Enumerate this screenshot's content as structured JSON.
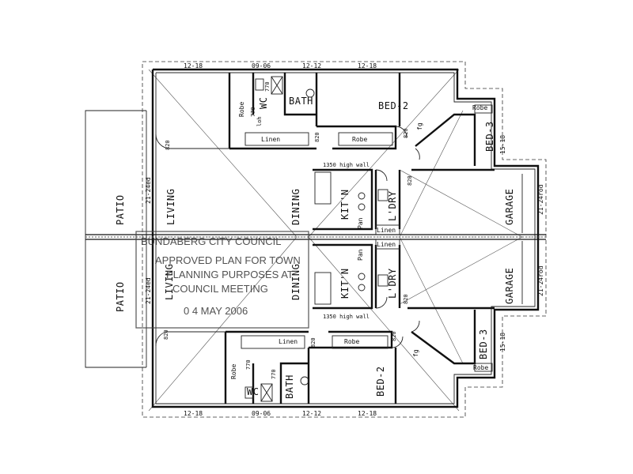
{
  "rooms": {
    "bath": "BATH",
    "bed2": "BED-2",
    "bed3": "BED-3",
    "wc": "WC",
    "living": "LIVING",
    "dining": "DINING",
    "kitchen": "KIT'N",
    "laundry": "L'DRY",
    "garage": "GARAGE",
    "patio": "PATIO"
  },
  "labels": {
    "robe": "Robe",
    "linen": "Linen",
    "pan": "Pan",
    "fg": "fg",
    "wall_note": "1350 high wall",
    "loh": "loh"
  },
  "dims": {
    "d_12_18": "12-18",
    "d_09_06": "09-06",
    "d_12_12": "12-12",
    "d_21_24": "21-24ed",
    "d_21_24rod": "21-24rod",
    "d_15_18": "15-18",
    "d_820": "820",
    "d_770": "770"
  },
  "stamp": {
    "council": "BUNDABERG CITY COUNCIL",
    "line1": "APPROVED PLAN FOR TOWN",
    "line2": "PLANNING PURPOSES AT",
    "line3": "COUNCIL MEETING",
    "date": "0 4 MAY 2006"
  }
}
